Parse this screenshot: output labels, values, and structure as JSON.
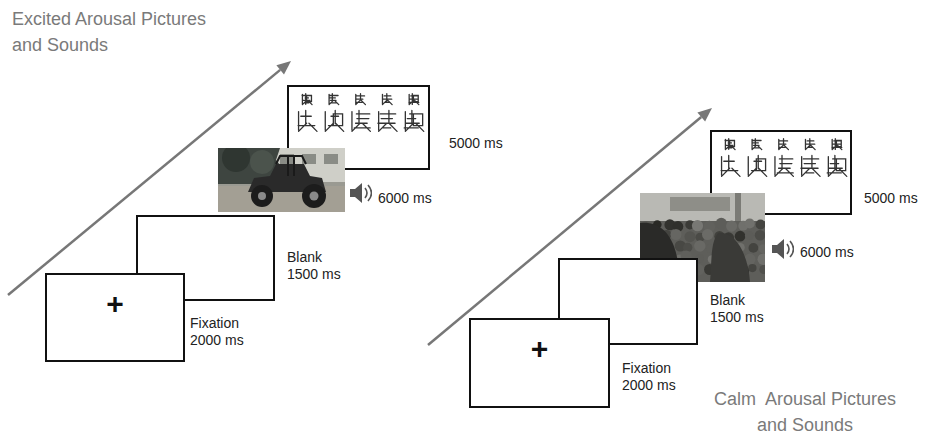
{
  "diagram": {
    "nodes": [
      {
        "text": [
          "+",
          "Fixation 2000 ms"
        ]
      },
      {
        "text": [
          "Blank 1500 ms"
        ]
      },
      {
        "text": [
          "6000 ms"
        ]
      },
      {
        "text": [
          "5000 ms"
        ]
      },
      {
        "text": [
          "+",
          "Fixation 2000 ms"
        ]
      },
      {
        "text": [
          "Blank 1500 ms"
        ]
      },
      {
        "text": [
          "6000 ms"
        ]
      },
      {
        "text": [
          "5000 ms"
        ]
      }
    ],
    "labels": [
      "Excited Arousal Pictures and Sounds",
      "Calm  Arousal Pictures and Sounds"
    ]
  }
}
